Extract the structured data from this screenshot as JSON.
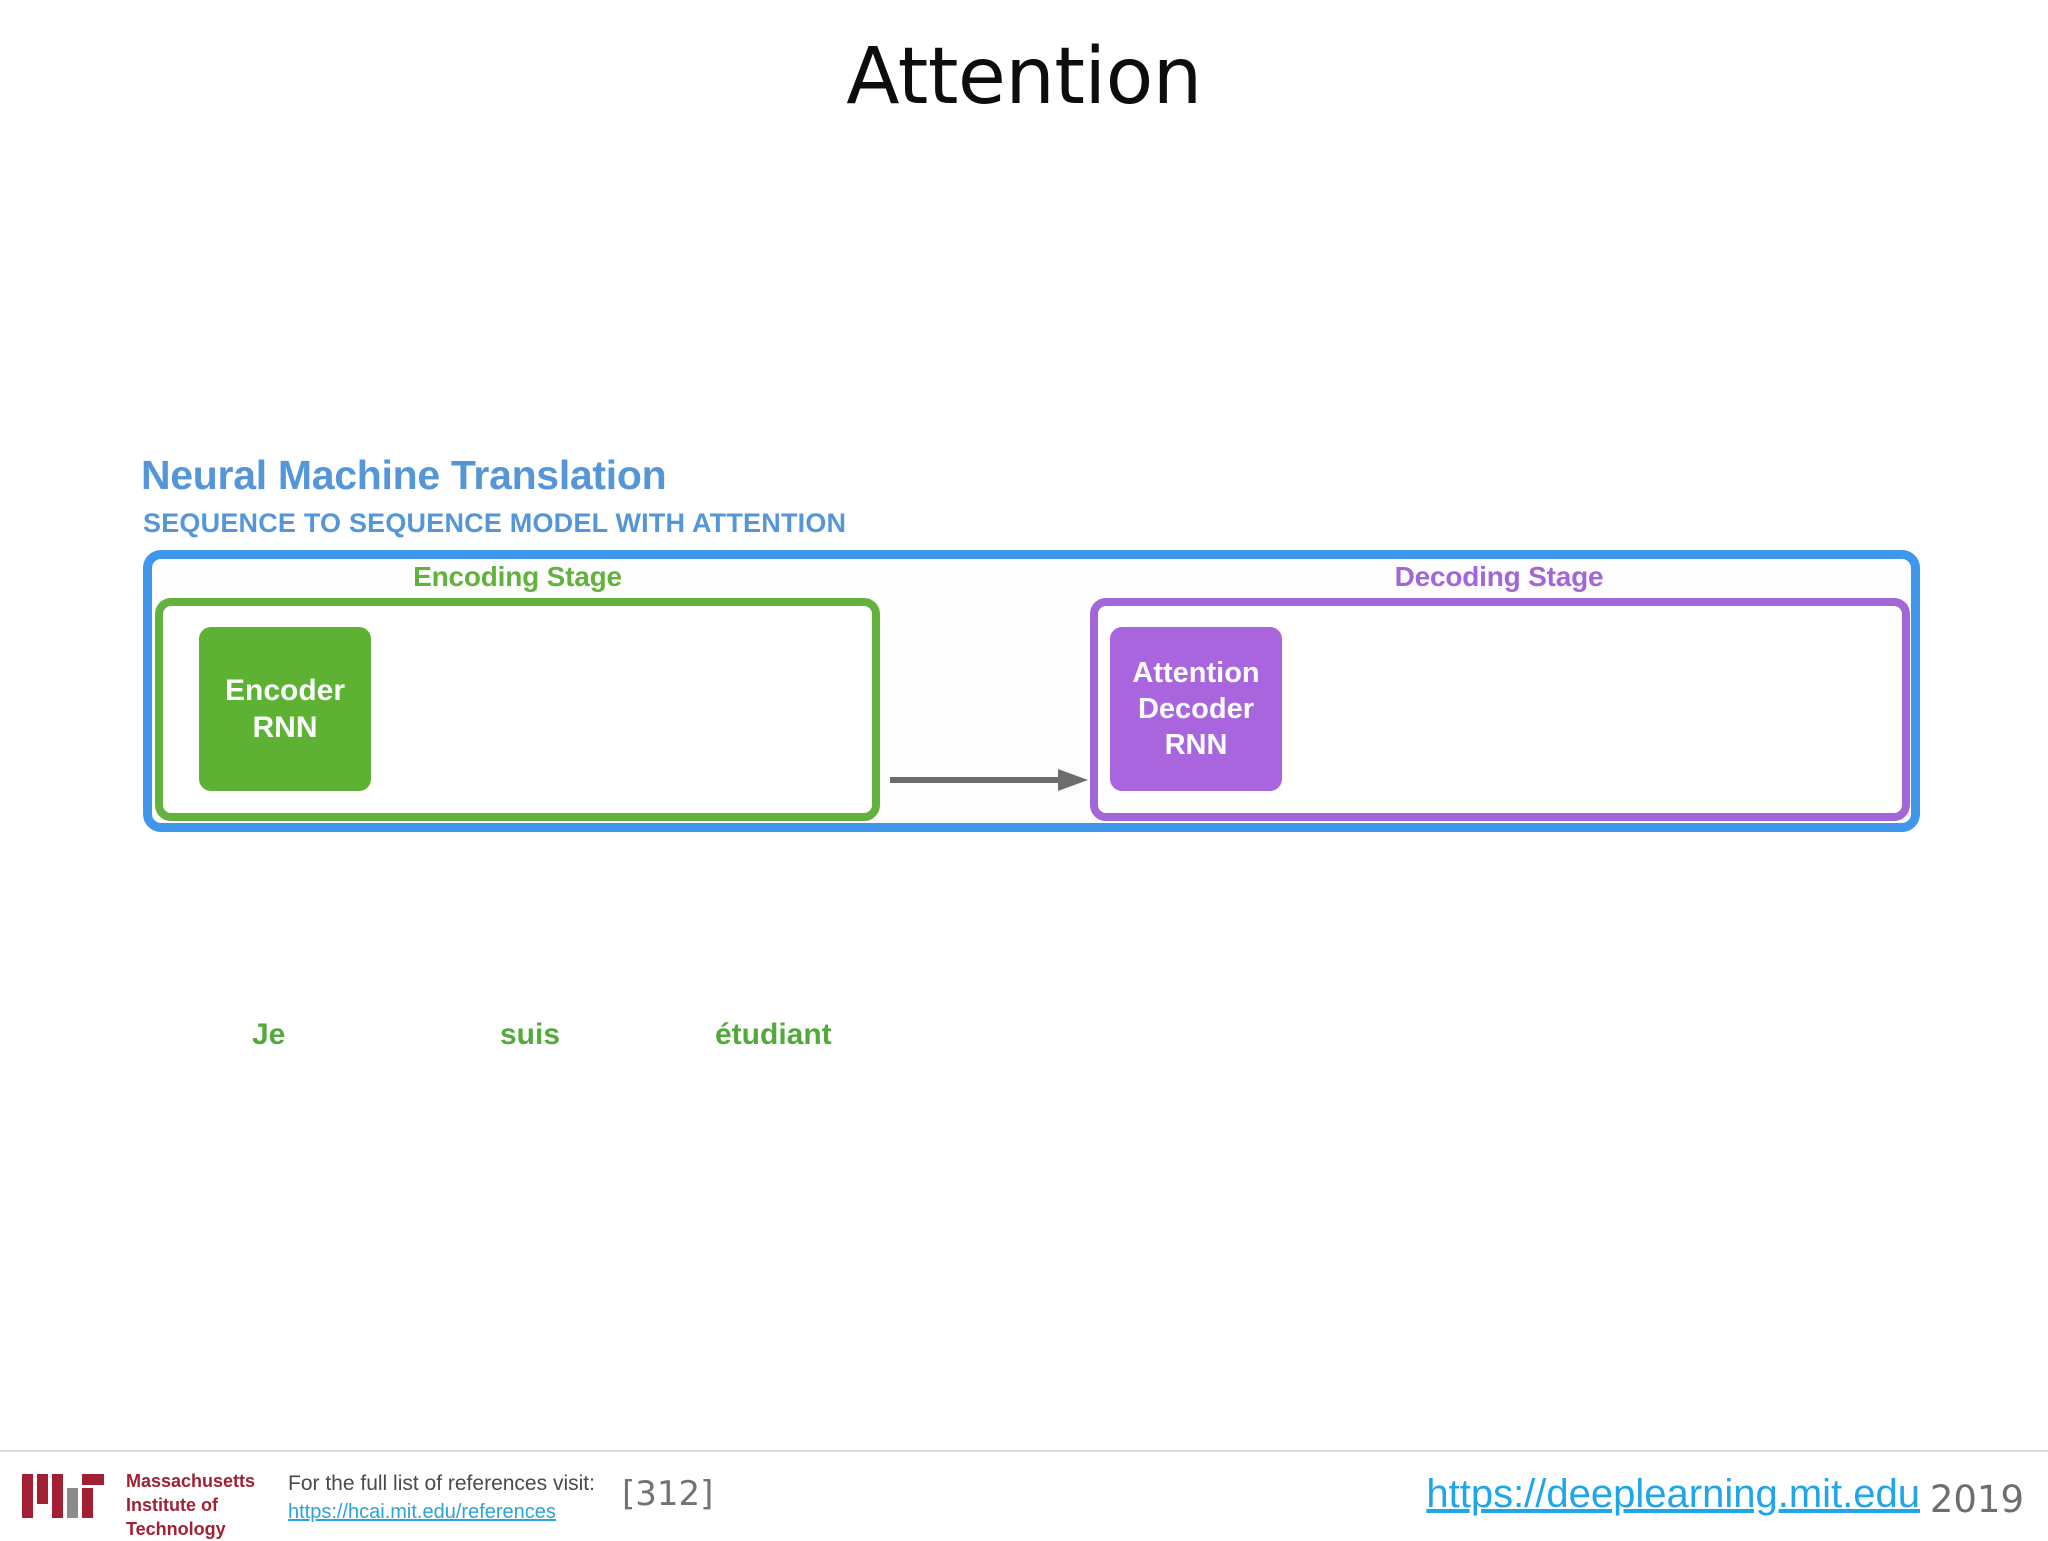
{
  "slide": {
    "title": "Attention"
  },
  "figure": {
    "heading": "Neural Machine Translation",
    "subheading": "SEQUENCE TO SEQUENCE MODEL WITH ATTENTION",
    "colors": {
      "outer_border": "#3f96ea",
      "encoder_accent": "#63b23e",
      "decoder_accent": "#a366d8",
      "encoder_cell": "#5db234",
      "decoder_cell": "#a965dd",
      "arrow": "#6d6d6d",
      "heading_blue": "#5596d8"
    },
    "stages": [
      {
        "label": "Encoding Stage",
        "cell_lines": [
          "Encoder",
          "RNN"
        ]
      },
      {
        "label": "Decoding Stage",
        "cell_lines": [
          "Attention",
          "Decoder",
          "RNN"
        ]
      }
    ],
    "arrow_label": "encoder-to-decoder-arrow",
    "source_tokens": [
      "Je",
      "suis",
      "étudiant"
    ]
  },
  "footer": {
    "mit_wordmark_lines": [
      "Massachusetts",
      "Institute of",
      "Technology"
    ],
    "references_prompt": "For the full list of references visit:",
    "references_link": "https://hcai.mit.edu/references",
    "reference_number": "[312]",
    "course_link": "https://deeplearning.mit.edu",
    "year": "2019"
  }
}
